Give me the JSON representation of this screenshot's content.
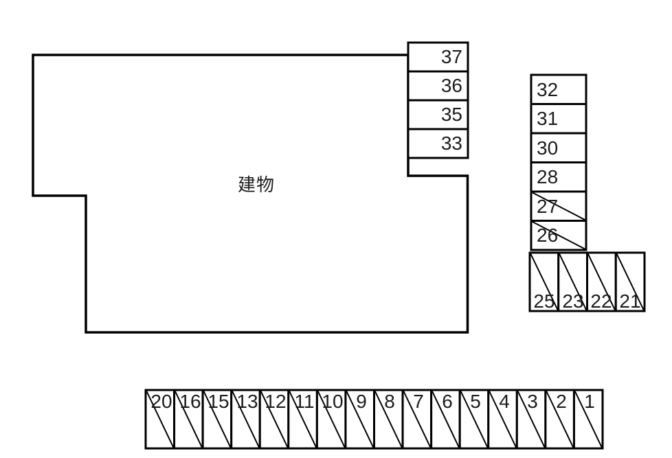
{
  "building": {
    "label": "建物"
  },
  "colors": {
    "line": "#000000",
    "background": "#ffffff",
    "text": "#1c1c1c"
  },
  "upper_column": [
    {
      "label": "37",
      "crossed": false
    },
    {
      "label": "36",
      "crossed": false
    },
    {
      "label": "35",
      "crossed": false
    },
    {
      "label": "33",
      "crossed": false
    }
  ],
  "right_column": [
    {
      "label": "32",
      "crossed": false
    },
    {
      "label": "31",
      "crossed": false
    },
    {
      "label": "30",
      "crossed": false
    },
    {
      "label": "28",
      "crossed": false
    },
    {
      "label": "27",
      "crossed": true
    },
    {
      "label": "26",
      "crossed": true
    }
  ],
  "middle_row": [
    {
      "label": "25",
      "crossed": true
    },
    {
      "label": "23",
      "crossed": true
    },
    {
      "label": "22",
      "crossed": true
    },
    {
      "label": "21",
      "crossed": true
    }
  ],
  "bottom_row": [
    {
      "label": "20",
      "crossed": true
    },
    {
      "label": "16",
      "crossed": true
    },
    {
      "label": "15",
      "crossed": true
    },
    {
      "label": "13",
      "crossed": true
    },
    {
      "label": "12",
      "crossed": true
    },
    {
      "label": "11",
      "crossed": true
    },
    {
      "label": "10",
      "crossed": true
    },
    {
      "label": "9",
      "crossed": true
    },
    {
      "label": "8",
      "crossed": true
    },
    {
      "label": "7",
      "crossed": true
    },
    {
      "label": "6",
      "crossed": true
    },
    {
      "label": "5",
      "crossed": true
    },
    {
      "label": "4",
      "crossed": true
    },
    {
      "label": "3",
      "crossed": true
    },
    {
      "label": "2",
      "crossed": true
    },
    {
      "label": "1",
      "crossed": true
    }
  ]
}
